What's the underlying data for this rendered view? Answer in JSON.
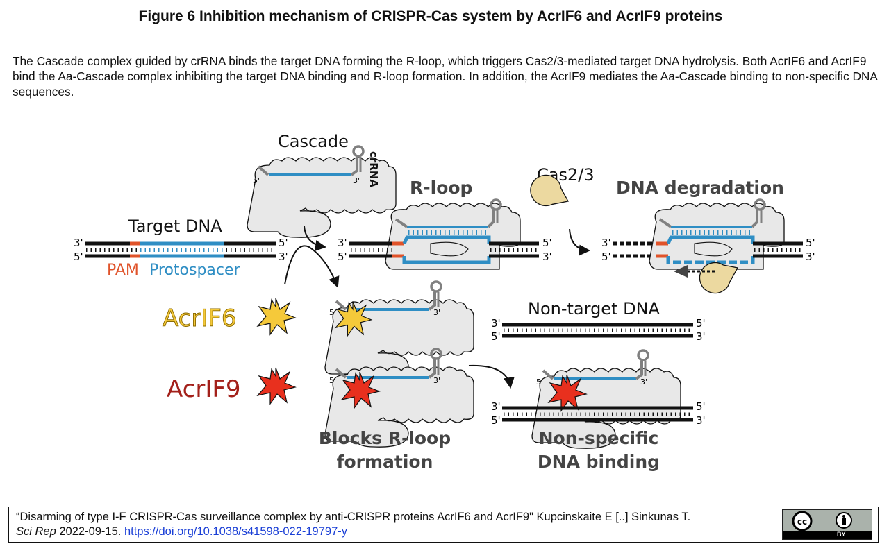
{
  "figure": {
    "title": "Figure 6 Inhibition mechanism of CRISPR-Cas system by AcrIF6 and AcrIF9 proteins",
    "caption": "The Cascade complex guided by crRNA binds the target DNA forming the R-loop, which triggers Cas2/3-mediated target DNA hydrolysis. Both AcrIF6 and AcrIF9 bind the Aa-Cascade complex inhibiting the target DNA binding and R-loop formation. In addition, the AcrIF9 mediates the Aa-Cascade binding to non-specific DNA sequences."
  },
  "diagram": {
    "labels": {
      "cascade": "Cascade",
      "crrna": "crRNA",
      "target_dna": "Target DNA",
      "pam": "PAM",
      "protospacer": "Protospacer",
      "r_loop": "R-loop",
      "cas23": "Cas2/3",
      "dna_degradation": "DNA degradation",
      "acrif6": "AcrIF6",
      "acrif9": "AcrIF9",
      "non_target_dna": "Non-target DNA",
      "blocks_line1": "Blocks R-loop",
      "blocks_line2": "formation",
      "nonspecific_line1": "Non-specific",
      "nonspecific_line2": "DNA binding",
      "three_prime": "3'",
      "five_prime": "5'"
    },
    "colors": {
      "pam": "#e0532a",
      "protospacer": "#2f8ec4",
      "crrna_stem": "#808080",
      "cascade_fill": "#e8e8e8",
      "cas23_fill": "#ecd9a0",
      "acrif6": "#f5c93a",
      "acrif9": "#e8301e",
      "acrif9_text": "#a3201a",
      "heading_text": "#444444"
    }
  },
  "citation": {
    "line1": "“Disarming of type I-F CRISPR-Cas surveillance complex by anti-CRISPR proteins AcrIF6 and AcrIF9\" Kupcinskaite E [..] Sinkunas T.",
    "journal": "Sci Rep",
    "date": " 2022-09-15. ",
    "doi": "https://doi.org/10.1038/s41598-022-19797-y",
    "license_badge": "CC BY",
    "license_by": "BY"
  }
}
